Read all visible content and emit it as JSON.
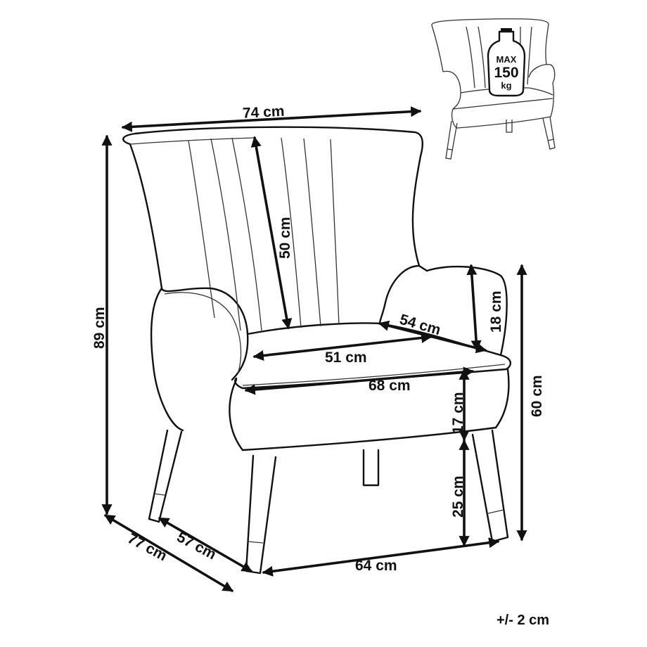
{
  "dimensions": {
    "width_top": "74 cm",
    "back_height": "50 cm",
    "total_height": "89 cm",
    "arm_height": "18 cm",
    "seat_depth": "54 cm",
    "seat_width": "51 cm",
    "front_width": "68 cm",
    "seat_thickness": "17 cm",
    "arm_to_floor": "60 cm",
    "leg_height": "25 cm",
    "total_depth": "77 cm",
    "leg_depth": "57 cm",
    "leg_width": "64 cm"
  },
  "badge": {
    "max": "MAX",
    "value": "150",
    "unit": "kg"
  },
  "tolerance": "+/- 2 cm"
}
